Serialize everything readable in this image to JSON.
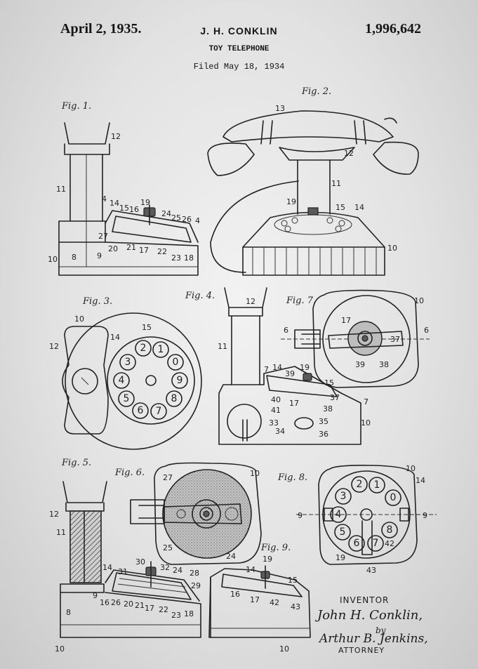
{
  "header": {
    "date": "April 2, 1935.",
    "inventor": "J. H. CONKLIN",
    "patent_number": "1,996,642",
    "title": "TOY TELEPHONE",
    "filed": "Filed May 18, 1934"
  },
  "figures": {
    "fig1": "Fig. 1.",
    "fig2": "Fig. 2.",
    "fig3": "Fig. 3.",
    "fig4": "Fig. 4.",
    "fig5": "Fig. 5.",
    "fig6": "Fig. 6.",
    "fig7": "Fig. 7.",
    "fig8": "Fig. 8.",
    "fig9": "Fig. 9."
  },
  "refs": {
    "fig1": [
      "12",
      "11",
      "4",
      "14",
      "15",
      "16",
      "19",
      "24",
      "25",
      "26",
      "4",
      "27",
      "20",
      "21",
      "17",
      "22",
      "23",
      "18",
      "10",
      "8",
      "9"
    ],
    "fig2": [
      "13",
      "12",
      "11",
      "19",
      "15",
      "14",
      "10"
    ],
    "fig3": [
      "10",
      "12",
      "14",
      "15"
    ],
    "fig4": [
      "12",
      "11",
      "7",
      "14",
      "39",
      "19",
      "15",
      "40",
      "41",
      "17",
      "33",
      "37",
      "38",
      "7",
      "34",
      "35",
      "36",
      "10"
    ],
    "fig7": [
      "10",
      "6",
      "6",
      "17",
      "37",
      "39",
      "38"
    ],
    "fig5": [
      "12",
      "11",
      "30",
      "32",
      "24",
      "28",
      "14",
      "31",
      "29",
      "9",
      "16",
      "26",
      "20",
      "21",
      "17",
      "22",
      "23",
      "18",
      "8",
      "10"
    ],
    "fig6": [
      "27",
      "10",
      "25",
      "24"
    ],
    "fig8": [
      "10",
      "14",
      "9",
      "9",
      "19",
      "42",
      "43"
    ],
    "fig9": [
      "19",
      "14",
      "15",
      "16",
      "17",
      "42",
      "43",
      "10"
    ]
  },
  "dial_digits": {
    "fig3": [
      "1",
      "2",
      "3",
      "4",
      "5",
      "6",
      "7",
      "8",
      "9",
      "0"
    ],
    "fig8": [
      "1",
      "2",
      "3",
      "4",
      "5",
      "6",
      "7",
      "8",
      "0"
    ]
  },
  "signature": {
    "inventor_label": "INVENTOR",
    "inventor_name": "John H. Conklin,",
    "by": "by",
    "attorney_name": "Arthur B. Jenkins,",
    "attorney_label": "ATTORNEY"
  }
}
